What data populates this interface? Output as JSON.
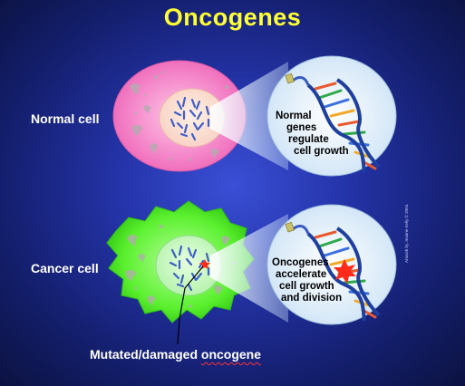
{
  "title": "Oncogenes",
  "labels": {
    "normal_cell": "Normal cell",
    "cancer_cell": "Cancer cell",
    "mutated": "Mutated/damaged",
    "mutated_term": "oncogene"
  },
  "bubbles": {
    "normal": [
      "Normal",
      "genes",
      "regulate",
      "cell growth"
    ],
    "cancer": [
      "Oncogenes",
      "accelerate",
      "cell growth",
      "and division"
    ]
  },
  "credit": "Artwork by Jeanne Kelly © 2004.",
  "colors": {
    "title": "#ffff33",
    "normal_cell": "#f48ccc",
    "cancer_cell": "#4fee2a",
    "mutation_star": "#ff2a1a"
  }
}
